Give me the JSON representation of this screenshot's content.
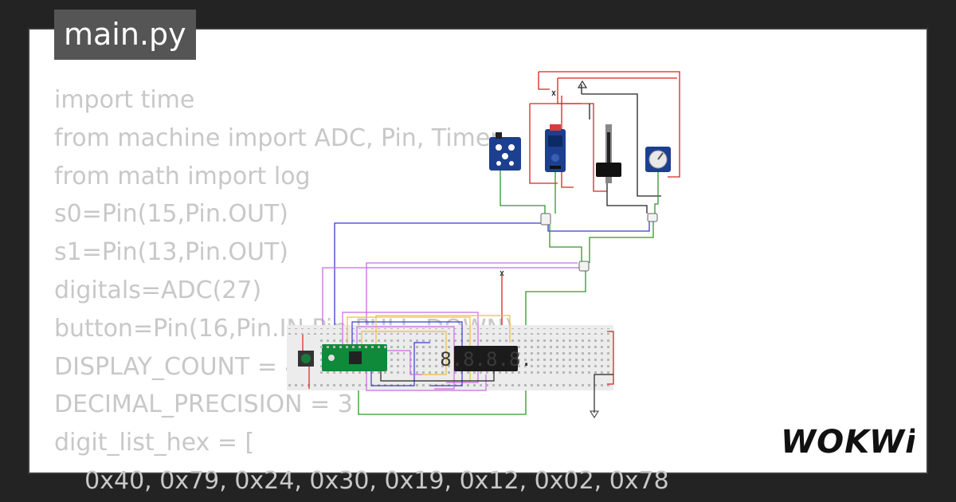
{
  "editor": {
    "filename": "main.py",
    "code_lines": [
      "import time",
      "from machine import ADC, Pin, Timer",
      "from math import log",
      "s0=Pin(15,Pin.OUT)",
      "s1=Pin(13,Pin.OUT)",
      "digitals=ADC(27)",
      "button=Pin(16,Pin.IN,Pin.PULL_DOWN)",
      "DISPLAY_COUNT = 4",
      "DECIMAL_PRECISION = 3",
      "digit_list_hex = [",
      "    0x40, 0x79, 0x24, 0x30, 0x19, 0x12, 0x02, 0x78"
    ]
  },
  "brand": {
    "logo_text": "WOKWi"
  },
  "circuit": {
    "display_digits": "8.8.8.8."
  },
  "colors": {
    "background": "#232323",
    "panel": "#ffffff",
    "tab": "#555555",
    "code_text": "#c8c8c8",
    "pico_green": "#0f8a3a",
    "sensor_blue": "#1d3f8f",
    "display_body": "#1b1b1b",
    "breadboard": "#ececec",
    "wire_red": "#e02020",
    "wire_green": "#2a9a2a",
    "wire_blue": "#3b3bcf",
    "wire_black": "#222222",
    "wire_violet": "#c86ee0"
  }
}
